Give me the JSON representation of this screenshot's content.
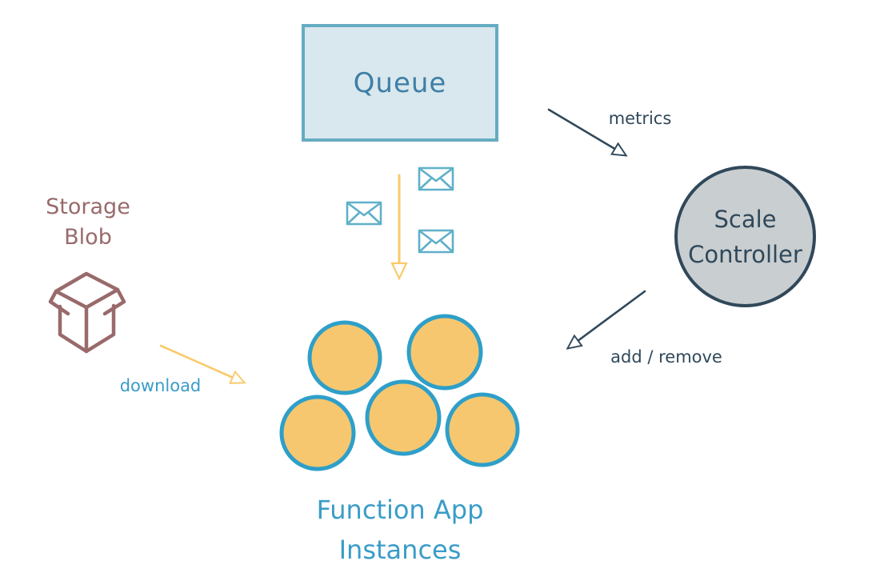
{
  "diagram": {
    "title": "Queue-triggered Function App scaling diagram",
    "background": "#ffffff",
    "nodes": {
      "queue": {
        "label": "Queue",
        "fill": "#d9e8ee",
        "border": "#66acc2",
        "text_color": "#3e7fa6"
      },
      "scale_controller": {
        "line1": "Scale",
        "line2": "Controller",
        "fill": "#c9ced0",
        "border": "#30485a",
        "text_color": "#30485a"
      },
      "storage_blob": {
        "line1": "Storage",
        "line2": "Blob",
        "color": "#996a6b",
        "icon": "open-box-icon"
      },
      "function_app_instances": {
        "line1": "Function App",
        "line2": "Instances",
        "text_color": "#3a9cc8",
        "instance_count": 5,
        "instance_fill": "#f6c76f",
        "instance_border": "#2e9fc9"
      }
    },
    "edges": {
      "metrics": {
        "label": "metrics",
        "color": "#30485a",
        "from": "queue",
        "to": "scale_controller"
      },
      "add_remove": {
        "label": "add / remove",
        "color": "#30485a",
        "from": "scale_controller",
        "to": "function_app_instances"
      },
      "download": {
        "label": "download",
        "label_color": "#3a9cc8",
        "color": "#f8ca6b",
        "from": "storage_blob",
        "to": "function_app_instances"
      },
      "queue_messages": {
        "color": "#f8ca6b",
        "envelope_color": "#5fb0c9",
        "envelope_count": 3,
        "envelope_icon": "envelope-icon",
        "from": "queue",
        "to": "function_app_instances"
      }
    }
  }
}
